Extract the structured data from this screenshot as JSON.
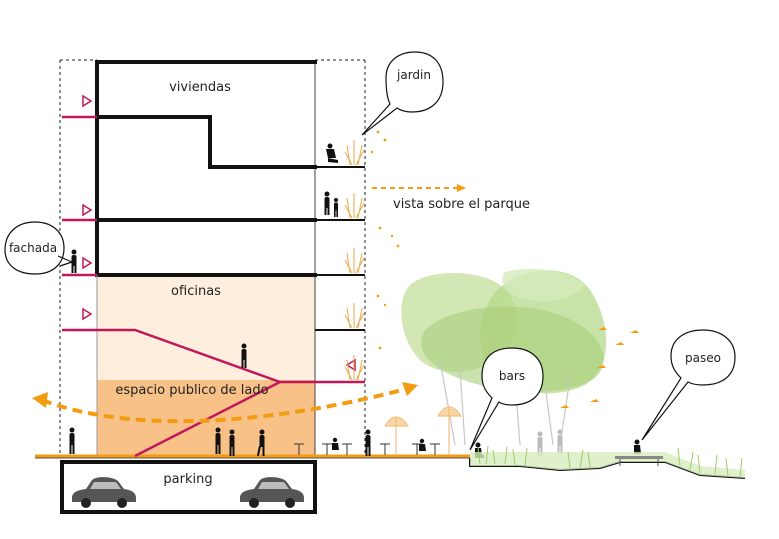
{
  "labels": {
    "viviendas": "viviendas",
    "oficinas": "oficinas",
    "espacio": "espacio publico de lado",
    "parking": "parking",
    "vista": "vista sobre el parque"
  },
  "bubbles": {
    "jardin": "jardin",
    "fachada": "fachada",
    "bars": "bars",
    "paseo": "paseo"
  },
  "colors": {
    "structure": "#111111",
    "magenta": "#c2185b",
    "orange": "#f39c12",
    "office_fill": "#fdebd9",
    "public_fill": "#f9c58e",
    "tree_green": "#b8d98a",
    "grass": "#9ccc65"
  },
  "icons": [
    "car-icon",
    "person-silhouette-icon",
    "umbrella-icon",
    "bird-icon",
    "plant-icon",
    "bench-icon"
  ]
}
